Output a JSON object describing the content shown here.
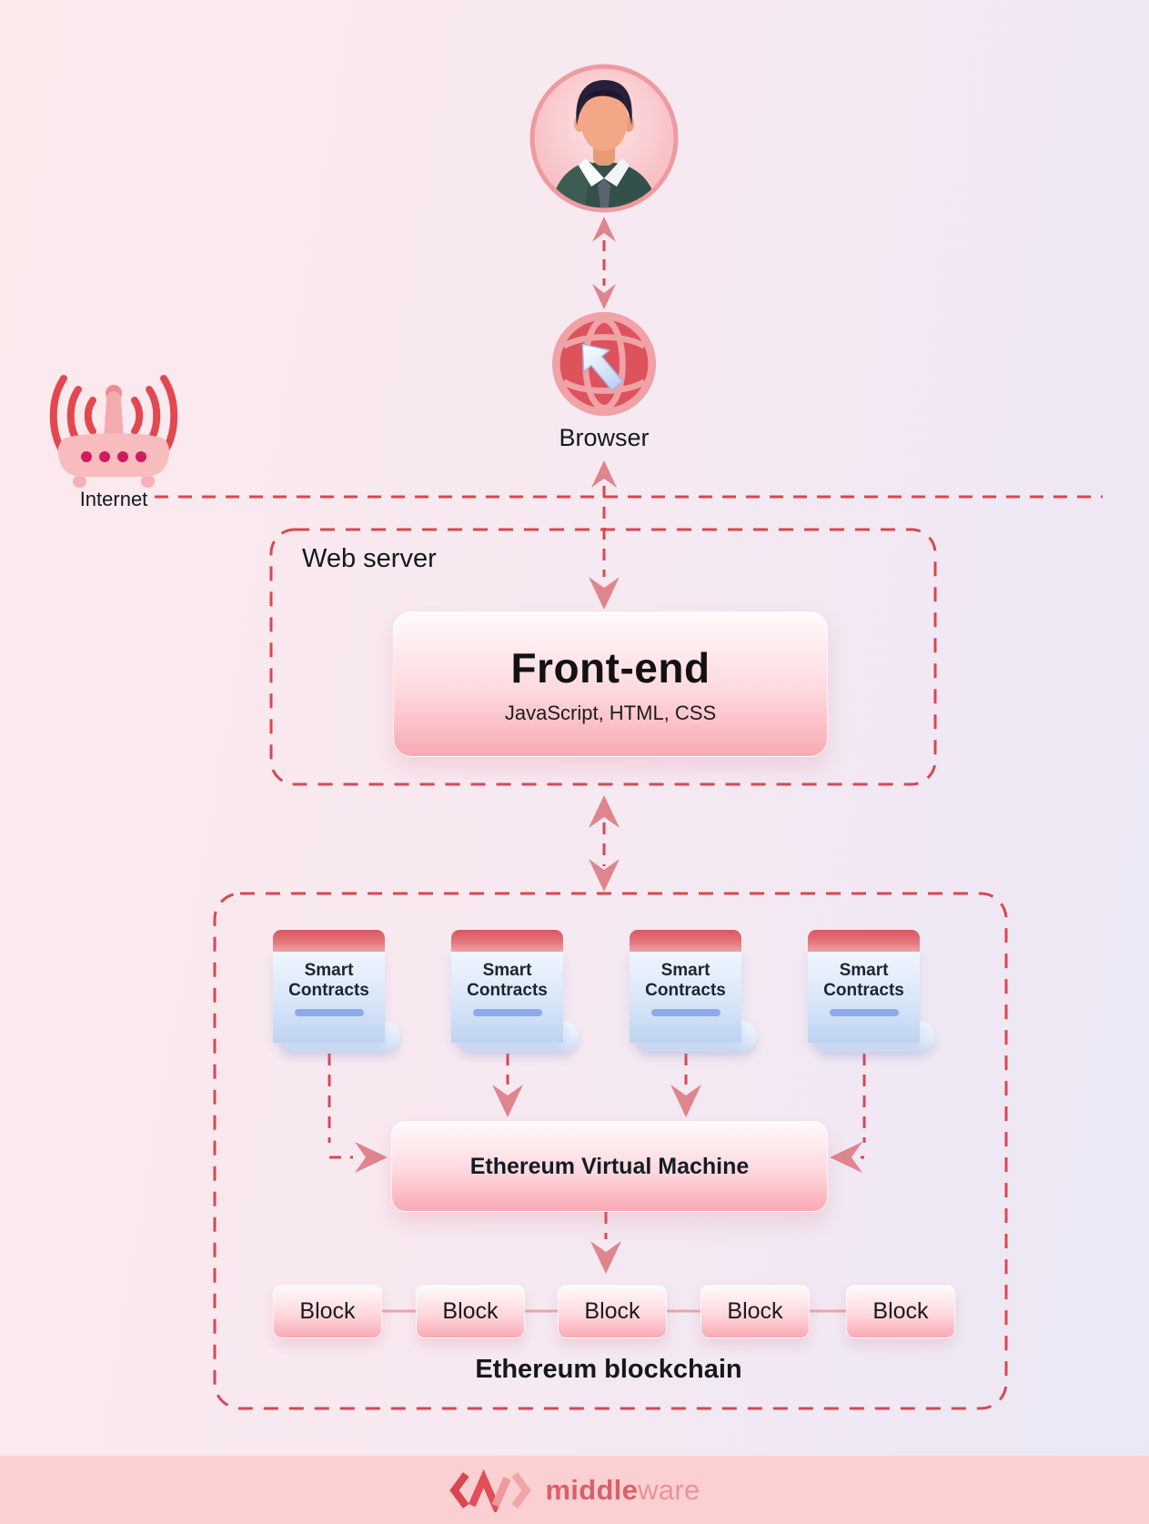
{
  "page": {
    "type": "web3-architecture-diagram"
  },
  "nodes": {
    "user": {
      "icon": "user-avatar-icon"
    },
    "browser": {
      "label": "Browser",
      "icon": "browser-globe-icon"
    },
    "internet": {
      "label": "Internet",
      "icon": "wifi-router-icon"
    },
    "web_server": {
      "label": "Web server"
    },
    "front_end": {
      "title": "Front-end",
      "subtitle": "JavaScript, HTML, CSS"
    },
    "smart_contracts": [
      {
        "line1": "Smart",
        "line2": "Contracts"
      },
      {
        "line1": "Smart",
        "line2": "Contracts"
      },
      {
        "line1": "Smart",
        "line2": "Contracts"
      },
      {
        "line1": "Smart",
        "line2": "Contracts"
      }
    ],
    "evm": {
      "label": "Ethereum Virtual Machine"
    },
    "blocks": [
      "Block",
      "Block",
      "Block",
      "Block",
      "Block"
    ],
    "blockchain": {
      "label": "Ethereum blockchain"
    }
  },
  "footer": {
    "brand_bold": "middle",
    "brand_light": "ware"
  },
  "colors": {
    "dash_red": "#d84850",
    "arrow_pink": "#de858e",
    "node_pink": "#f9a9b3",
    "scroll_cap_red": "#dd646b",
    "scroll_divider_blue": "#8ea9ec",
    "footer_bg": "#fad0d2",
    "brand_dark": "#dd5f66",
    "brand_light": "#ec9298"
  }
}
